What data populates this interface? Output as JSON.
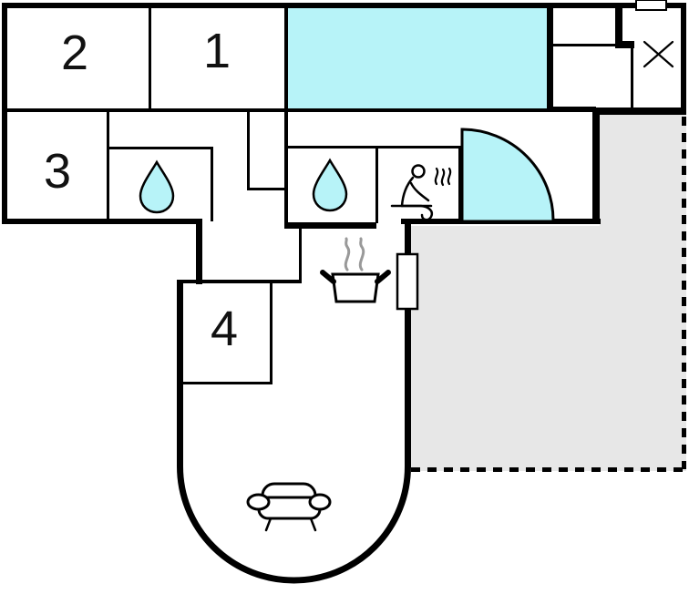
{
  "plan": {
    "title": "floor-plan",
    "rooms": [
      {
        "label": "1"
      },
      {
        "label": "2"
      },
      {
        "label": "3"
      },
      {
        "label": "4"
      }
    ],
    "icons": {
      "pool": "swimming-pool",
      "drop_left": "water-drop",
      "drop_right": "water-drop",
      "sauna": "sauna-person-with-steam",
      "stove": "cooking-pot-with-steam",
      "sofa": "sofa",
      "window": "crossed-window",
      "door": "door-swing-arc",
      "terrace": "terrace"
    },
    "colors": {
      "water": "#b7f3f8",
      "terrace": "#e7e7e7",
      "steam": "#999999"
    }
  }
}
